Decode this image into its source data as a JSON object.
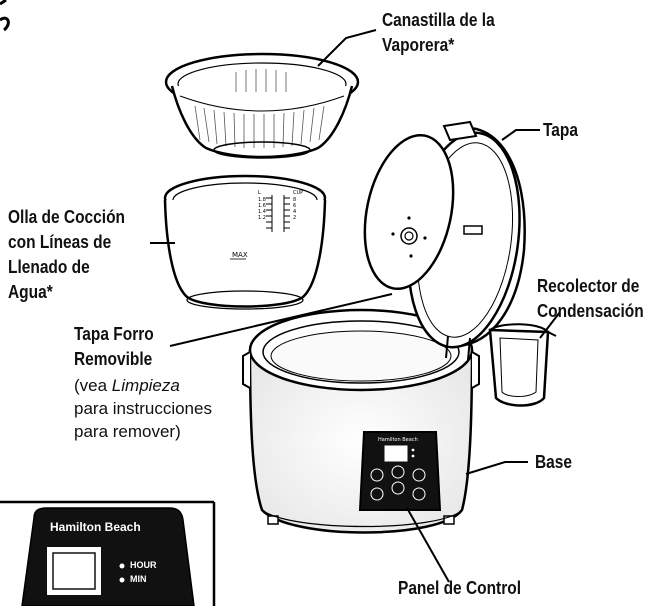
{
  "labels": {
    "steamer_basket": [
      "Canastilla de la",
      "Vaporera*"
    ],
    "lid": "Tapa",
    "cooking_pot": [
      "Olla de Cocción",
      "con Líneas de",
      "Llenado de",
      "Agua*"
    ],
    "condensation_collector": [
      "Recolector de",
      "Condensación"
    ],
    "removable_lid_liner": [
      "Tapa Forro",
      "Removible"
    ],
    "liner_note": {
      "open": "(vea ",
      "link": "Limpieza",
      "line2": "para instrucciones",
      "line3": "para remover)"
    },
    "base": "Base",
    "control_panel": "Panel de Control"
  },
  "inset_panel": {
    "brand": "Hamilton Beach",
    "indicators": [
      "HOUR",
      "MIN"
    ]
  },
  "pot_marking": "MAX"
}
